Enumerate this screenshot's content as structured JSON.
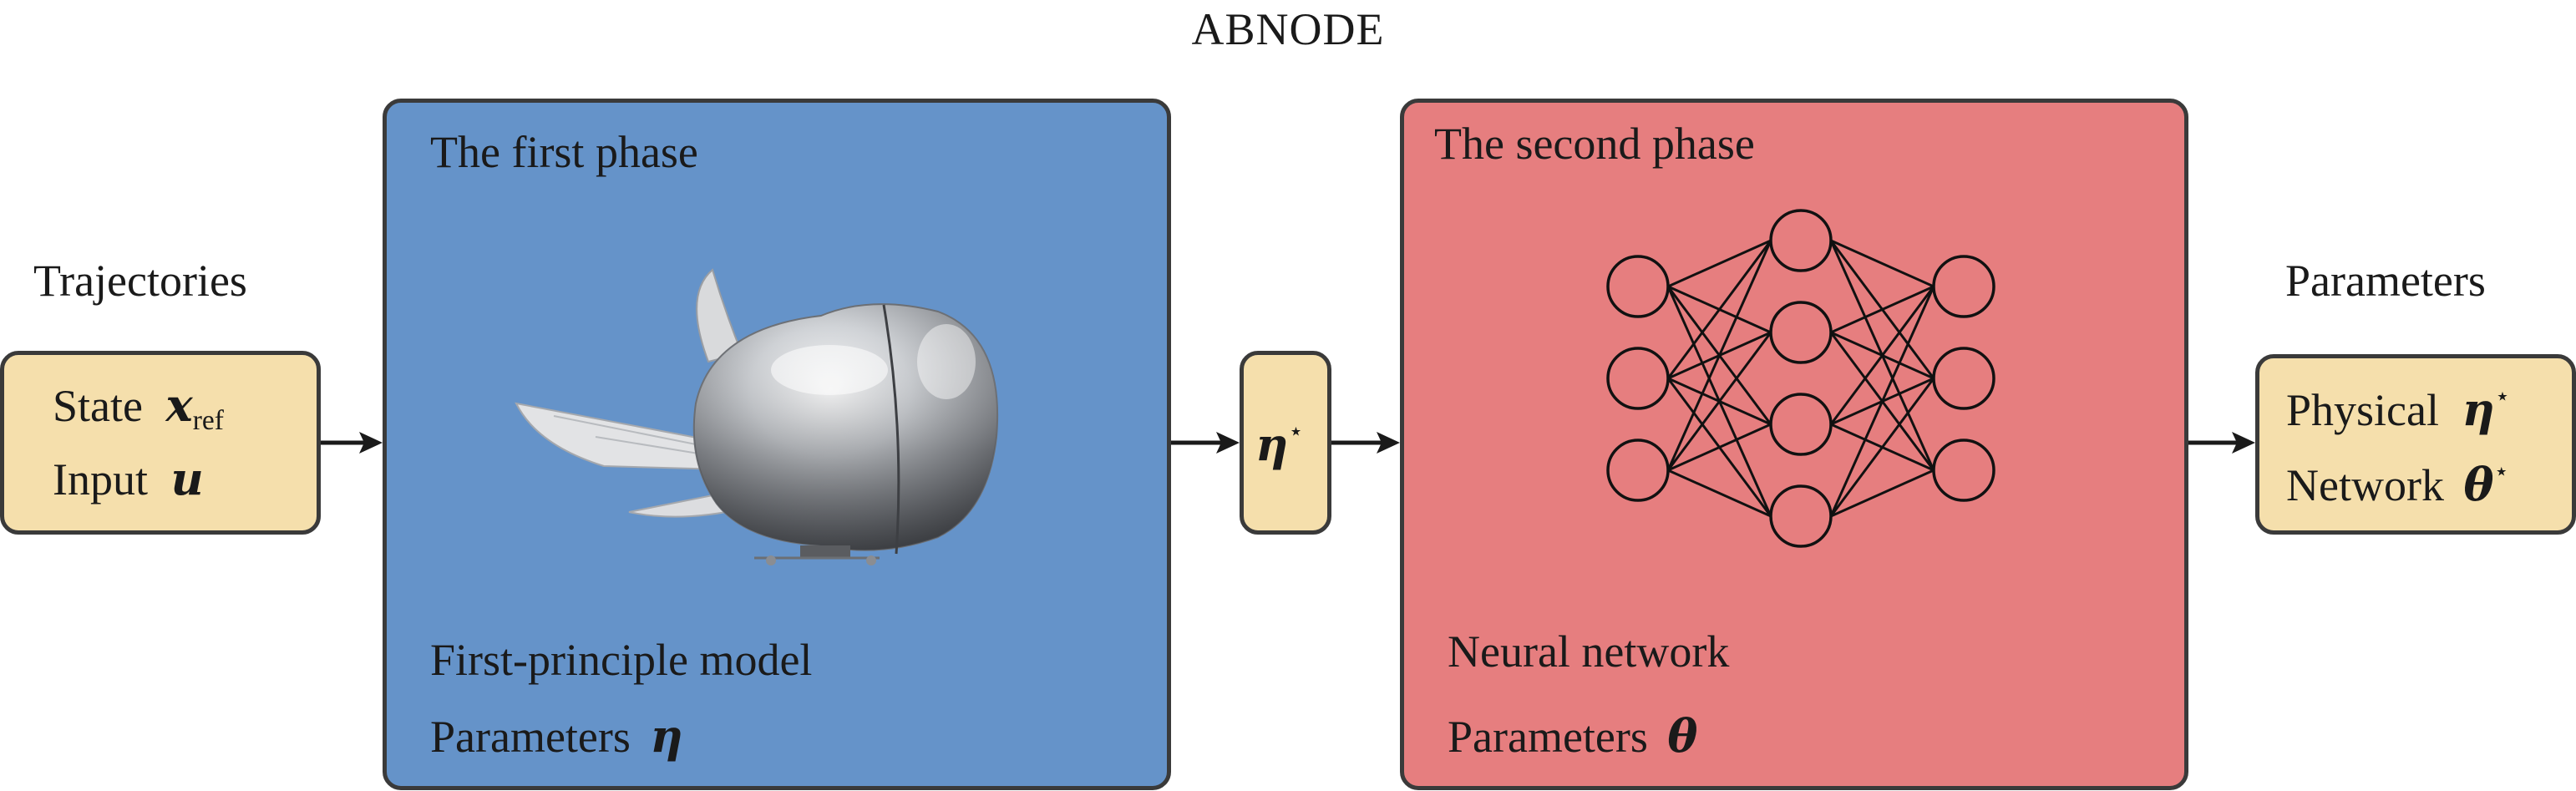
{
  "title": "ABNODE",
  "inputs": {
    "heading": "Trajectories",
    "state_label": "State",
    "state_symbol": "x",
    "state_sub": "ref",
    "input_label": "Input",
    "input_symbol": "u"
  },
  "phase1": {
    "title": "The first phase",
    "model_label": "First-principle model",
    "params_label": "Parameters",
    "params_symbol": "η"
  },
  "middle": {
    "symbol": "η",
    "star": "⋆"
  },
  "phase2": {
    "title": "The second phase",
    "model_label": "Neural network",
    "params_label": "Parameters",
    "params_symbol": "θ"
  },
  "outputs": {
    "heading": "Parameters",
    "physical_label": "Physical",
    "physical_symbol": "η",
    "network_label": "Network",
    "network_symbol": "θ",
    "star": "⋆"
  },
  "neural_net": {
    "layers": [
      3,
      4,
      3
    ]
  },
  "colors": {
    "cream": "#f5dfac",
    "blue": "#6593c9",
    "red": "#e67e7f",
    "border": "#3a3a3a"
  },
  "icons": {
    "blimp": "airship-blimp-image",
    "network": "neural-network-icon"
  }
}
